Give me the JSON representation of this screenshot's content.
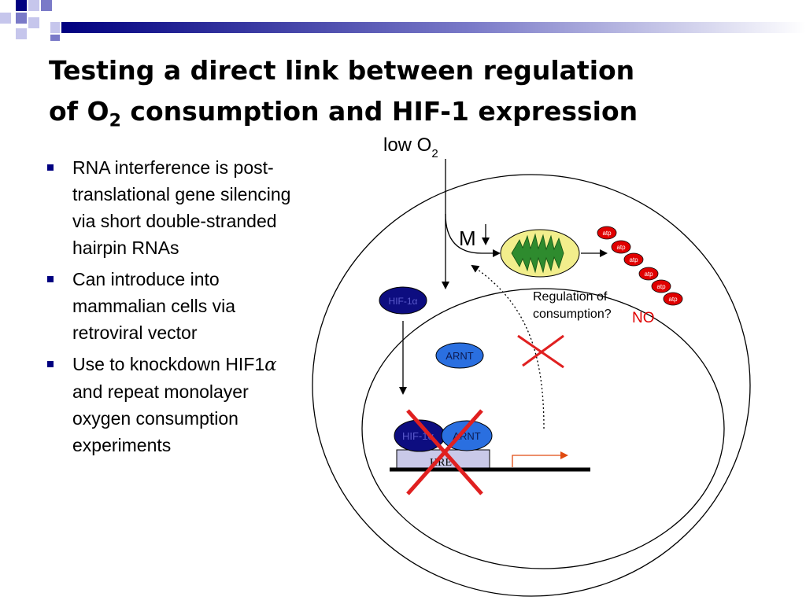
{
  "colors": {
    "accent_navy": "#000080",
    "accent_blue": "#7a7ac8",
    "light_blue": "#c6c6ec",
    "cross_red": "#e02020",
    "atp_red": "#e00000",
    "mito_yellow": "#f2ee8c",
    "mito_green": "#2e8b2e",
    "hif_navy": "#0d0d80",
    "arnt_blue": "#2a6fe0",
    "hre_fill": "#c9c9e8",
    "promoter_arrow": "#e04a10"
  },
  "title": {
    "line1": "Testing a direct link between regulation",
    "line2_prefix": "of O",
    "line2_sub": "2",
    "line2_suffix": " consumption and HIF-1 expression"
  },
  "bullets": [
    {
      "text": "RNA interference is post-translational gene silencing via short double-stranded hairpin RNAs"
    },
    {
      "text": "Can introduce into mammalian cells via retroviral vector"
    },
    {
      "text_before": "Use to knockdown HIF1",
      "text_symbol": "α",
      "text_after": " and repeat monolayer oxygen consumption experiments"
    }
  ],
  "diagram": {
    "low_o2_prefix": "low O",
    "low_o2_sub": "2",
    "m_label": "M",
    "hif_alpha_label": "HIF-1α",
    "arnt_label": "ARNT",
    "complex_hif_label": "HIF-1α",
    "complex_arnt_label": "ARNT",
    "hre_label": "HRE",
    "atp_label": "atp",
    "regulation_line1": "Regulation of",
    "regulation_line2": "consumption?",
    "no_label": "NO"
  }
}
